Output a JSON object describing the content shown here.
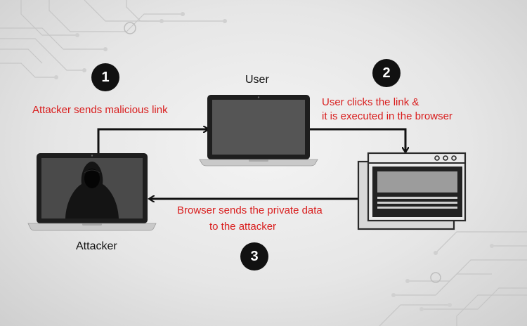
{
  "steps": {
    "one": {
      "number": "1",
      "text": "Attacker sends malicious link"
    },
    "two": {
      "number": "2",
      "line1": "User clicks the link &",
      "line2": "it is executed in the browser"
    },
    "three": {
      "number": "3",
      "line1": "Browser sends the private data",
      "line2": "to the attacker"
    }
  },
  "actors": {
    "user": "User",
    "attacker": "Attacker"
  },
  "colors": {
    "annotation": "#d91e1e",
    "badge": "#111111",
    "arrow": "#111111"
  },
  "icons": {
    "user_device": "laptop-icon",
    "attacker_device": "laptop-icon",
    "attacker_figure": "hooded-hacker-icon",
    "browser": "browser-window-icon"
  }
}
